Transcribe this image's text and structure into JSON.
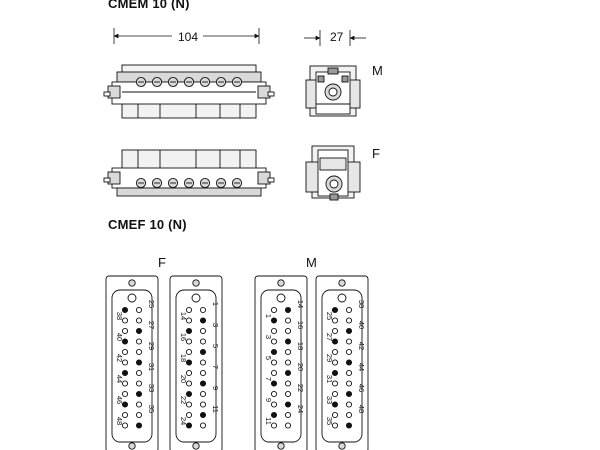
{
  "cmem": {
    "title": "CMEM 10 (N)",
    "dim_width": "104",
    "dim_side": "27",
    "label_m": "M",
    "label_f": "F"
  },
  "cmef": {
    "title": "CMEF 10 (N)",
    "label_f": "F",
    "label_m": "M",
    "insert1": {
      "left": [
        "38",
        "40",
        "42",
        "44",
        "46",
        "48"
      ],
      "right": [
        "25",
        "27",
        "29",
        "31",
        "33",
        "35"
      ]
    },
    "insert2": {
      "left": [
        "14",
        "16",
        "18",
        "20",
        "22",
        "24"
      ],
      "right": [
        "1",
        "3",
        "5",
        "7",
        "9",
        "11"
      ]
    },
    "insert3": {
      "left": [
        "1",
        "3",
        "5",
        "7",
        "9",
        "11"
      ],
      "right": [
        "14",
        "16",
        "18",
        "20",
        "22",
        "24"
      ]
    },
    "insert4": {
      "left": [
        "25",
        "27",
        "29",
        "31",
        "33",
        "35"
      ],
      "right": [
        "38",
        "40",
        "42",
        "44",
        "46",
        "48"
      ]
    }
  },
  "colors": {
    "ink": "#111111",
    "fill_gray": "#d9d9d9",
    "mid_gray": "#9a9a9a"
  }
}
